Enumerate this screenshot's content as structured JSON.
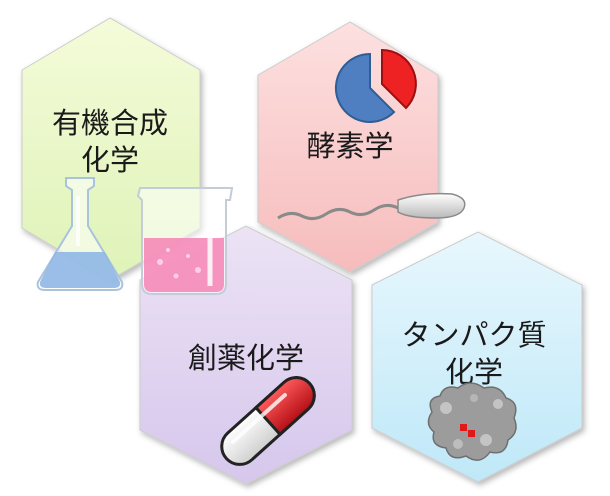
{
  "hexagons": [
    {
      "label_lines": [
        "有機合成",
        "化学"
      ],
      "fill_top": "#f4fbd9",
      "fill_bottom": "#dff3b8"
    },
    {
      "label_lines": [
        "酵素学"
      ],
      "fill_top": "#fde0e0",
      "fill_bottom": "#f6bcbc"
    },
    {
      "label_lines": [
        "創薬化学"
      ],
      "fill_top": "#ece3f5",
      "fill_bottom": "#d6c7ec"
    },
    {
      "label_lines": [
        "タンパク質",
        "化学"
      ],
      "fill_top": "#e8f7fd",
      "fill_bottom": "#bfe8f8"
    }
  ],
  "icons": {
    "pie": {
      "blue": "#4f7fc0",
      "red": "#ee2222"
    },
    "capsule": {
      "red": "#e81c24",
      "white": "#ffffff"
    },
    "flask_liquid": "#8fb7e6",
    "beaker_liquid": "#f58ab8"
  }
}
